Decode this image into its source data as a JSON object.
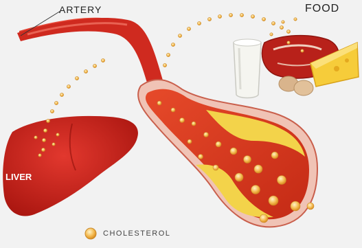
{
  "labels": {
    "artery": "ARTERY",
    "food": "FOOD",
    "liver": "LIVER",
    "legend": "CHOLESTEROL"
  },
  "colors": {
    "background": "#f2f2f2",
    "artery_red": "#d12a1f",
    "liver_red": "#c8201c",
    "plaque_yellow": "#f3d34a",
    "cholesterol_dot": "#f4bb52",
    "vessel_wall_pink": "#f0c3b5"
  },
  "icons": [
    "liver-icon",
    "artery-icon",
    "milk-glass-icon",
    "steak-icon",
    "cheese-icon",
    "egg-icon",
    "cholesterol-dot-icon"
  ]
}
